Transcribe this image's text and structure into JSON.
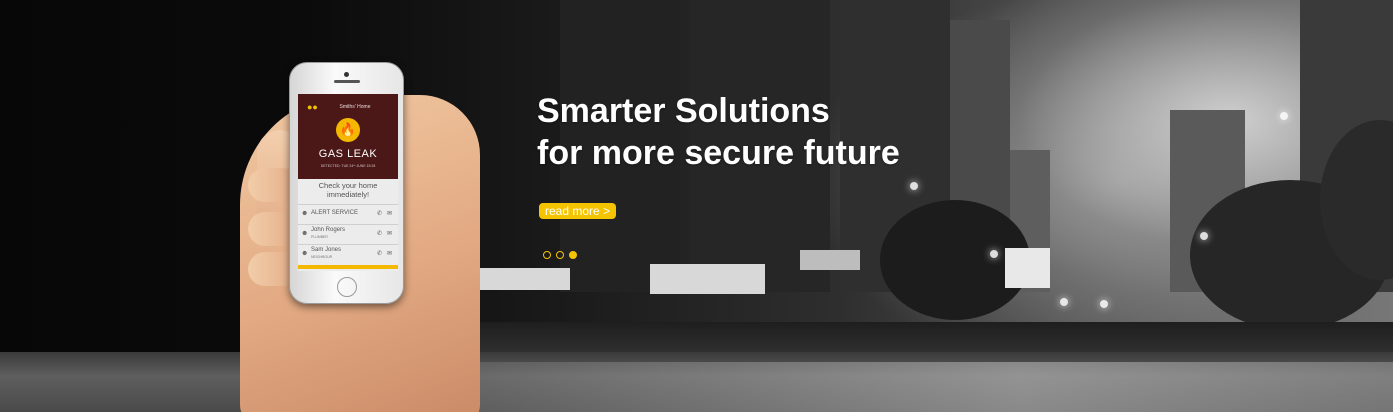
{
  "hero": {
    "headline_line1": "Smarter Solutions",
    "headline_line2": "for more secure future",
    "cta_label": "read more >",
    "slide_count": 3,
    "active_slide": 3
  },
  "phone_app": {
    "home_name": "Smiths' Home",
    "alert_title": "GAS LEAK",
    "detected_text": "DETECTED: TUE 24ᵗʰ JUNE 15:28",
    "check_message": "Check your home immediately!",
    "contacts": [
      {
        "name": "ALERT SERVICE",
        "role": ""
      },
      {
        "name": "John Rogers",
        "role": "PLUMBER"
      },
      {
        "name": "Sam Jones",
        "role": "NEIGHBOUR"
      }
    ]
  },
  "icons": {
    "user": "user-group-icon",
    "fire": "fire-icon",
    "contact": "person-icon",
    "phone": "phone-icon",
    "message": "chat-icon"
  },
  "colors": {
    "accent": "#f5c400",
    "app_header": "#4b1717",
    "headline": "#ffffff"
  }
}
